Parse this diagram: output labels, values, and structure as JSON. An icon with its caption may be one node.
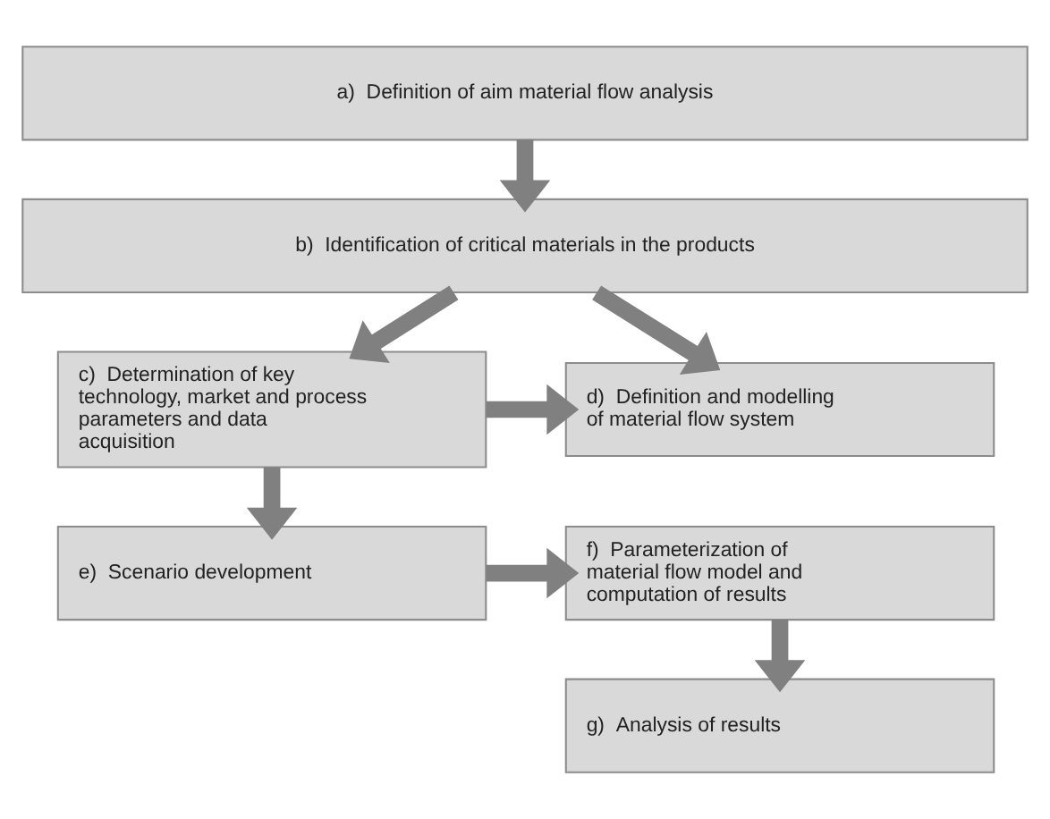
{
  "diagram": {
    "nodes": [
      {
        "text": [
          "a)  Definition of aim material flow analysis"
        ]
      },
      {
        "text": [
          "b)  Identification of critical materials in the products"
        ]
      },
      {
        "text": [
          "c)  Determination of key technology, market and process parameters and data acquisition"
        ]
      },
      {
        "text": [
          "d)  Definition and modelling of material flow system"
        ]
      },
      {
        "text": [
          "e)  Scenario development"
        ]
      },
      {
        "text": [
          "f)  Parameterization of material flow model and computation of results"
        ]
      },
      {
        "text": [
          "g)  Analysis of results"
        ]
      }
    ],
    "edges": [
      {
        "from": 0,
        "to": 1,
        "arrow": "to"
      },
      {
        "from": 1,
        "to": 2,
        "arrow": "to"
      },
      {
        "from": 1,
        "to": 3,
        "arrow": "to"
      },
      {
        "from": 2,
        "to": 3,
        "arrow": "to"
      },
      {
        "from": 2,
        "to": 4,
        "arrow": "to"
      },
      {
        "from": 4,
        "to": 5,
        "arrow": "to"
      },
      {
        "from": 5,
        "to": 6,
        "arrow": "to"
      }
    ]
  }
}
